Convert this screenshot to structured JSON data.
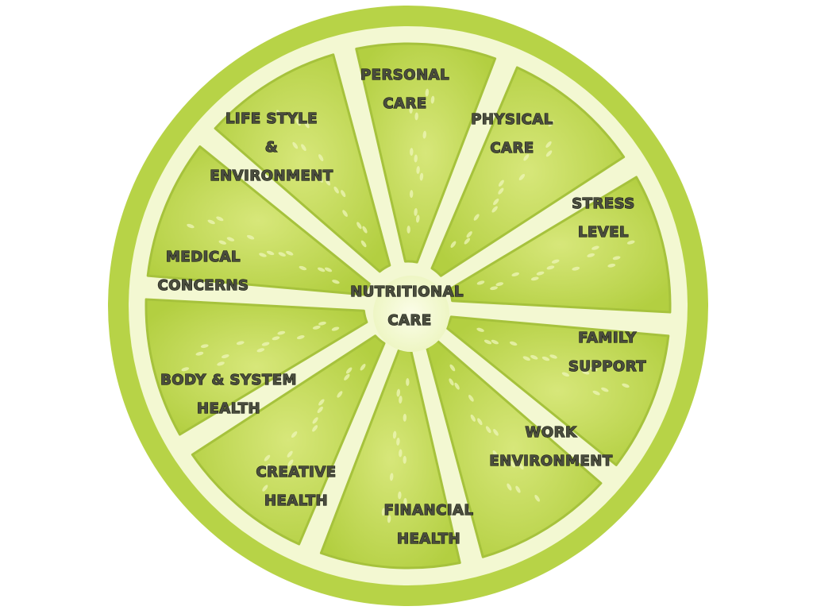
{
  "center": {
    "line1": "Nutritional",
    "line2": "Care"
  },
  "segments": [
    {
      "id": "personal-care",
      "lines": [
        "Personal",
        "Care"
      ]
    },
    {
      "id": "physical-care",
      "lines": [
        "Physical",
        "Care"
      ]
    },
    {
      "id": "stress-level",
      "lines": [
        "Stress",
        "Level"
      ]
    },
    {
      "id": "family-support",
      "lines": [
        "Family",
        "Support"
      ]
    },
    {
      "id": "work-environment",
      "lines": [
        "Work",
        "Environment"
      ]
    },
    {
      "id": "financial-health",
      "lines": [
        "Financial",
        "Health"
      ]
    },
    {
      "id": "creative-health",
      "lines": [
        "Creative",
        "Health"
      ]
    },
    {
      "id": "body-system-health",
      "lines": [
        "Body & System",
        "Health"
      ]
    },
    {
      "id": "medical-concerns",
      "lines": [
        "Medical",
        "Concerns"
      ]
    },
    {
      "id": "lifestyle-environment",
      "lines": [
        "Life Style",
        "&",
        "Environment"
      ]
    }
  ],
  "colors": {
    "rind": "#b7d347",
    "pith": "#f3f8d2",
    "segment": "#b9d24a",
    "segment_edge": "#a6c23c",
    "core": "#f8fbe0"
  }
}
